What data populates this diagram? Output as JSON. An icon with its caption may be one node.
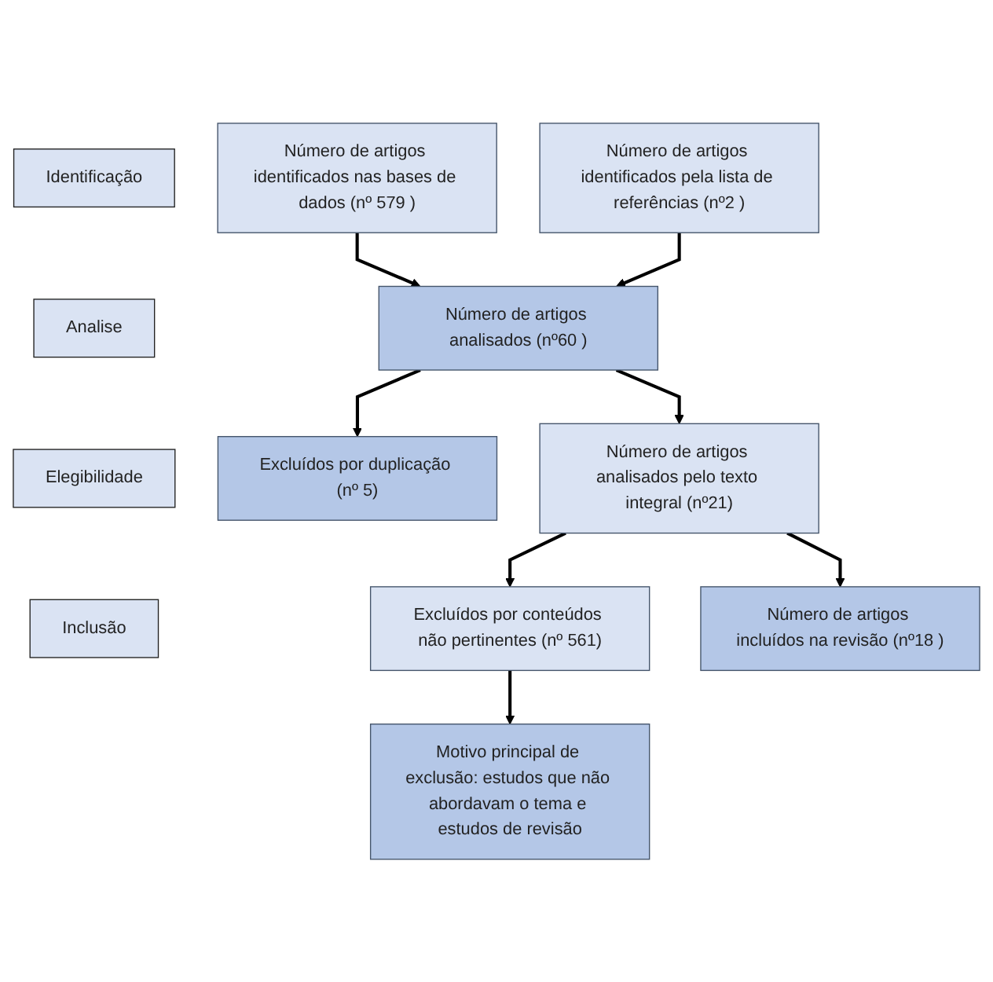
{
  "diagram": {
    "nodes": [
      {
        "text": [
          "Identificação"
        ]
      },
      {
        "text": [
          "Número de artigos identificados nas bases de dados (nº 579 )"
        ]
      },
      {
        "text": [
          "Número de artigos identificados pela lista de referências (nº2 )"
        ]
      },
      {
        "text": [
          "Analise"
        ]
      },
      {
        "text": [
          "Número de artigos analisados (nº60 )"
        ]
      },
      {
        "text": [
          "Excluídos por duplicação (nº 5)"
        ]
      },
      {
        "text": [
          "Elegibilidade"
        ]
      },
      {
        "text": [
          "Número de artigos analisados pelo texto integral (nº21)"
        ]
      },
      {
        "text": [
          "Excluídos por conteúdos não pertinentes (nº 561)"
        ]
      },
      {
        "text": [
          "Inclusão"
        ]
      },
      {
        "text": [
          "Número de artigos incluídos na revisão (nº18 )"
        ]
      },
      {
        "text": [
          "Motivo principal de exclusão: estudos que não abordavam o tema e estudos de revisão"
        ]
      }
    ],
    "edges": [
      {
        "from": 1,
        "to": 4,
        "arrow": "to"
      },
      {
        "from": 2,
        "to": 4,
        "arrow": "to"
      },
      {
        "from": 4,
        "to": 5,
        "arrow": "to"
      },
      {
        "from": 4,
        "to": 7,
        "arrow": "to"
      },
      {
        "from": 7,
        "to": 8,
        "arrow": "to"
      },
      {
        "from": 7,
        "to": 10,
        "arrow": "to"
      },
      {
        "from": 8,
        "to": 11,
        "arrow": "to"
      }
    ]
  }
}
